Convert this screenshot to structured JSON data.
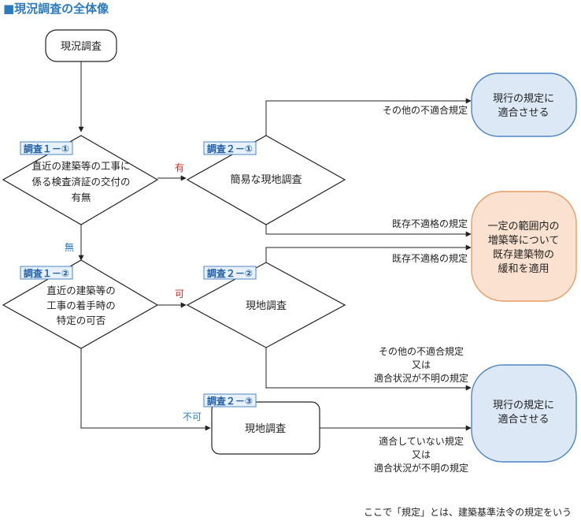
{
  "header": {
    "title": "■現況調査の全体像"
  },
  "colors": {
    "accent": "#2b7bbf",
    "blue_fill": "#dce8f5",
    "blue_stroke": "#4a86c5",
    "orange_fill": "#fbe2d0",
    "orange_stroke": "#e79a62",
    "tag_fill": "#e8f1fb",
    "yes": "#d9261c",
    "no": "#2b7bbf"
  },
  "nodes": {
    "start": "現況調査",
    "q1_1": {
      "tag": "調査１－①",
      "lines": [
        "直近の建築等の工事に",
        "係る検査済証の交付の",
        "有無"
      ]
    },
    "q1_2": {
      "tag": "調査１－②",
      "lines": [
        "直近の建築等の",
        "工事の着手時の",
        "特定の可否"
      ]
    },
    "q2_1": {
      "tag": "調査２－①",
      "label": "簡易な現地調査"
    },
    "q2_2": {
      "tag": "調査２－②",
      "label": "現地調査"
    },
    "q2_3": {
      "tag": "調査２－③",
      "label": "現地調査"
    },
    "result_top": [
      "現行の規定に",
      "適合させる"
    ],
    "result_mid": [
      "一定の範囲内の",
      "増築等について",
      "既存建築物の",
      "緩和を適用"
    ],
    "result_bottom": [
      "現行の規定に",
      "適合させる"
    ]
  },
  "edges": {
    "yes": "有",
    "no": "無",
    "possible": "可",
    "impossible": "不可",
    "other_nonconform": "その他の不適合規定",
    "existing_nonconform_1": "既存不適格の規定",
    "existing_nonconform_2": "既存不適格の規定",
    "mid_block": [
      "その他の不適合規定",
      "又は",
      "適合状況が不明の規定"
    ],
    "bottom_block": [
      "適合していない規定",
      "又は",
      "適合状況が不明の規定"
    ]
  },
  "footer": {
    "note": "ここで「規定」とは、建築基準法令の規定をいう"
  }
}
